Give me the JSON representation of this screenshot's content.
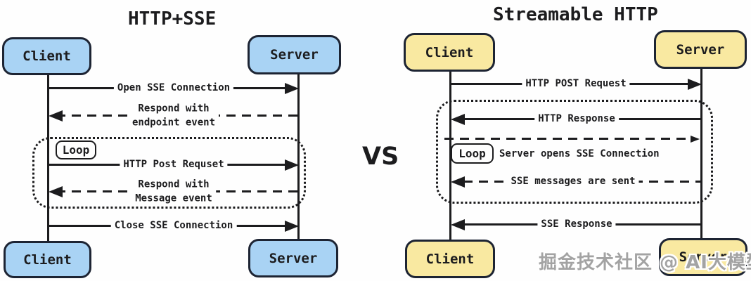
{
  "colors": {
    "line": "#1c1c1e",
    "box_border": "#1d2433",
    "blue_fill": "#a9d3f4",
    "yellow_fill": "#f9e9a1",
    "watermark": "#a3a3a3",
    "text": "#1c1c1e"
  },
  "vs_label": "VS",
  "watermark": "掘金技术社区 @ AI大模型",
  "left": {
    "title": "HTTP+SSE",
    "actor_top_client": "Client",
    "actor_top_server": "Server",
    "actor_bottom_client": "Client",
    "actor_bottom_server": "Server",
    "loop_label": "Loop",
    "messages": {
      "open_sse": "Open SSE Connection",
      "respond_endpoint_line1": "Respond with",
      "respond_endpoint_line2": "endpoint event",
      "http_post": "HTTP Post Requset",
      "respond_message_line1": "Respond with",
      "respond_message_line2": "Message event",
      "close_sse": "Close SSE Connection"
    }
  },
  "right": {
    "title": "Streamable HTTP",
    "actor_top_client": "Client",
    "actor_top_server": "Server",
    "actor_bottom_client": "Client",
    "actor_bottom_server": "Server",
    "loop_label": "Loop",
    "loop_note": "Server opens SSE Connection",
    "messages": {
      "http_post": "HTTP POST Request",
      "http_response": "HTTP Response",
      "sse_messages": "SSE messages are sent",
      "sse_response": "SSE Response"
    }
  }
}
